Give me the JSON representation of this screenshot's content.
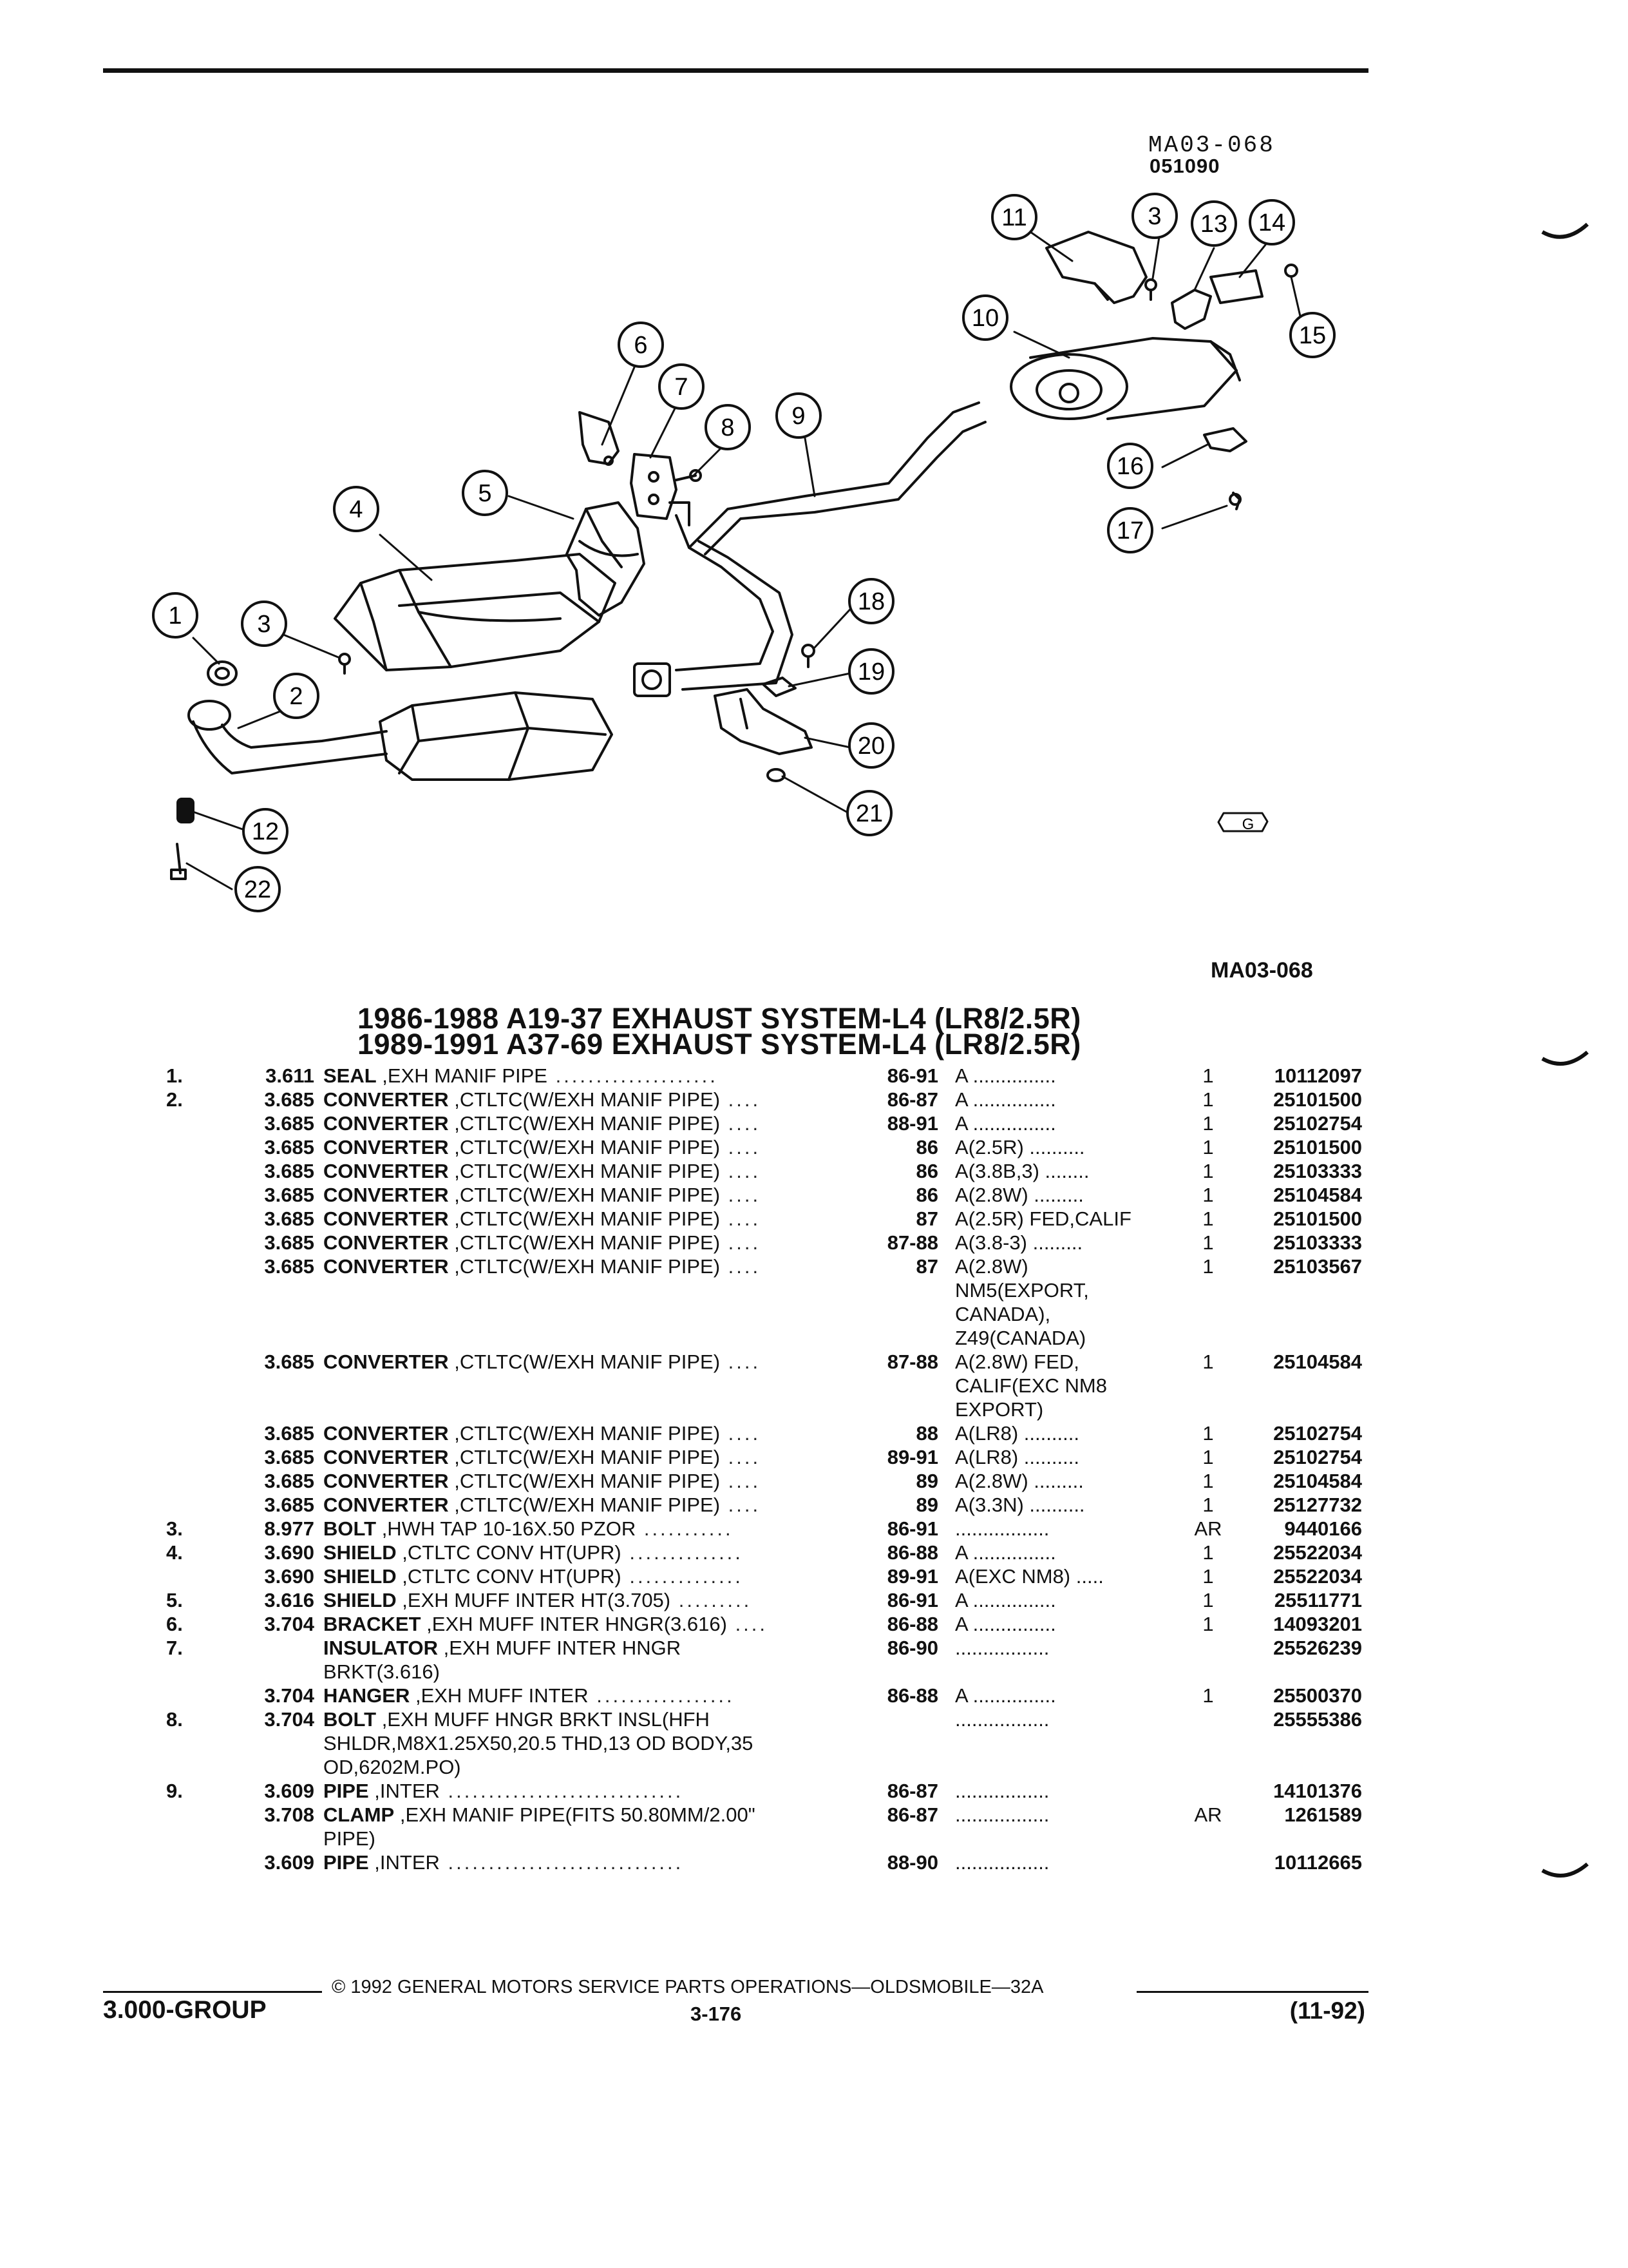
{
  "figure": {
    "code_top": "MA03-068",
    "date_code": "051090",
    "code_bottom": "MA03-068",
    "logo_text": "G",
    "callouts": [
      "1",
      "2",
      "3",
      "4",
      "5",
      "6",
      "7",
      "8",
      "9",
      "10",
      "11",
      "3",
      "13",
      "14",
      "15",
      "16",
      "17",
      "18",
      "19",
      "20",
      "12",
      "21",
      "22"
    ]
  },
  "headings": [
    "1986-1988 A19-37 EXHAUST SYSTEM-L4 (LR8/2.5R)",
    "1989-1991 A37-69 EXHAUST SYSTEM-L4 (LR8/2.5R)"
  ],
  "parts": [
    {
      "num": "1.",
      "grp": "3.611",
      "name": "SEAL",
      "rest": " ,EXH MANIF PIPE",
      "lead": " ....................",
      "yrs": "86-91",
      "note": "A ...............",
      "qty": "1",
      "pn": "10112097"
    },
    {
      "num": "2.",
      "grp": "3.685",
      "name": "CONVERTER",
      "rest": " ,CTLTC(W/EXH MANIF PIPE)",
      "lead": " ....",
      "yrs": "86-87",
      "note": "A ...............",
      "qty": "1",
      "pn": "25101500"
    },
    {
      "num": "",
      "grp": "3.685",
      "name": "CONVERTER",
      "rest": " ,CTLTC(W/EXH MANIF PIPE)",
      "lead": " ....",
      "yrs": "88-91",
      "note": "A ...............",
      "qty": "1",
      "pn": "25102754"
    },
    {
      "num": "",
      "grp": "3.685",
      "name": "CONVERTER",
      "rest": " ,CTLTC(W/EXH MANIF PIPE)",
      "lead": " ....",
      "yrs": "86",
      "note": "A(2.5R) ..........",
      "qty": "1",
      "pn": "25101500"
    },
    {
      "num": "",
      "grp": "3.685",
      "name": "CONVERTER",
      "rest": " ,CTLTC(W/EXH MANIF PIPE)",
      "lead": " ....",
      "yrs": "86",
      "note": "A(3.8B,3) ........",
      "qty": "1",
      "pn": "25103333"
    },
    {
      "num": "",
      "grp": "3.685",
      "name": "CONVERTER",
      "rest": " ,CTLTC(W/EXH MANIF PIPE)",
      "lead": " ....",
      "yrs": "86",
      "note": "A(2.8W) .........",
      "qty": "1",
      "pn": "25104584"
    },
    {
      "num": "",
      "grp": "3.685",
      "name": "CONVERTER",
      "rest": " ,CTLTC(W/EXH MANIF PIPE)",
      "lead": " ....",
      "yrs": "87",
      "note": "A(2.5R) FED,CALIF",
      "qty": "1",
      "pn": "25101500"
    },
    {
      "num": "",
      "grp": "3.685",
      "name": "CONVERTER",
      "rest": " ,CTLTC(W/EXH MANIF PIPE)",
      "lead": " ....",
      "yrs": "87-88",
      "note": "A(3.8-3) .........",
      "qty": "1",
      "pn": "25103333"
    },
    {
      "num": "",
      "grp": "3.685",
      "name": "CONVERTER",
      "rest": " ,CTLTC(W/EXH MANIF PIPE)",
      "lead": " ....",
      "yrs": "87",
      "note": "A(2.8W)",
      "qty": "1",
      "pn": "25103567"
    },
    {
      "num": "",
      "grp": "",
      "name": "",
      "rest": "",
      "lead": "",
      "yrs": "",
      "note": "NM5(EXPORT,",
      "qty": "",
      "pn": ""
    },
    {
      "num": "",
      "grp": "",
      "name": "",
      "rest": "",
      "lead": "",
      "yrs": "",
      "note": "CANADA),",
      "qty": "",
      "pn": ""
    },
    {
      "num": "",
      "grp": "",
      "name": "",
      "rest": "",
      "lead": "",
      "yrs": "",
      "note": "Z49(CANADA)",
      "qty": "",
      "pn": ""
    },
    {
      "num": "",
      "grp": "3.685",
      "name": "CONVERTER",
      "rest": " ,CTLTC(W/EXH MANIF PIPE)",
      "lead": " ....",
      "yrs": "87-88",
      "note": "A(2.8W) FED,",
      "qty": "1",
      "pn": "25104584"
    },
    {
      "num": "",
      "grp": "",
      "name": "",
      "rest": "",
      "lead": "",
      "yrs": "",
      "note": "CALIF(EXC NM8",
      "qty": "",
      "pn": ""
    },
    {
      "num": "",
      "grp": "",
      "name": "",
      "rest": "",
      "lead": "",
      "yrs": "",
      "note": "EXPORT)",
      "qty": "",
      "pn": ""
    },
    {
      "num": "",
      "grp": "3.685",
      "name": "CONVERTER",
      "rest": " ,CTLTC(W/EXH MANIF PIPE)",
      "lead": " ....",
      "yrs": "88",
      "note": "A(LR8) ..........",
      "qty": "1",
      "pn": "25102754"
    },
    {
      "num": "",
      "grp": "3.685",
      "name": "CONVERTER",
      "rest": " ,CTLTC(W/EXH MANIF PIPE)",
      "lead": " ....",
      "yrs": "89-91",
      "note": "A(LR8) ..........",
      "qty": "1",
      "pn": "25102754"
    },
    {
      "num": "",
      "grp": "3.685",
      "name": "CONVERTER",
      "rest": " ,CTLTC(W/EXH MANIF PIPE)",
      "lead": " ....",
      "yrs": "89",
      "note": "A(2.8W) .........",
      "qty": "1",
      "pn": "25104584"
    },
    {
      "num": "",
      "grp": "3.685",
      "name": "CONVERTER",
      "rest": " ,CTLTC(W/EXH MANIF PIPE)",
      "lead": " ....",
      "yrs": "89",
      "note": "A(3.3N) ..........",
      "qty": "1",
      "pn": "25127732"
    },
    {
      "num": "3.",
      "grp": "8.977",
      "name": "BOLT",
      "rest": " ,HWH TAP 10-16X.50 PZOR",
      "lead": " ...........",
      "yrs": "86-91",
      "note": ".................",
      "qty": "AR",
      "pn": "9440166"
    },
    {
      "num": "4.",
      "grp": "3.690",
      "name": "SHIELD",
      "rest": " ,CTLTC CONV HT(UPR)",
      "lead": " ..............",
      "yrs": "86-88",
      "note": "A ...............",
      "qty": "1",
      "pn": "25522034"
    },
    {
      "num": "",
      "grp": "3.690",
      "name": "SHIELD",
      "rest": " ,CTLTC CONV HT(UPR)",
      "lead": " ..............",
      "yrs": "89-91",
      "note": "A(EXC NM8) .....",
      "qty": "1",
      "pn": "25522034"
    },
    {
      "num": "5.",
      "grp": "3.616",
      "name": "SHIELD",
      "rest": " ,EXH MUFF INTER HT(3.705)",
      "lead": " .........",
      "yrs": "86-91",
      "note": "A ...............",
      "qty": "1",
      "pn": "25511771"
    },
    {
      "num": "6.",
      "grp": "3.704",
      "name": "BRACKET",
      "rest": " ,EXH MUFF INTER HNGR(3.616)",
      "lead": " ....",
      "yrs": "86-88",
      "note": "A ...............",
      "qty": "1",
      "pn": "14093201"
    },
    {
      "num": "7.",
      "grp": "",
      "name": "INSULATOR",
      "rest": " ,EXH MUFF INTER HNGR",
      "lead": "",
      "yrs": "86-90",
      "note": ".................",
      "qty": "",
      "pn": "25526239"
    },
    {
      "num": "",
      "grp": "",
      "name": "",
      "rest": "BRKT(3.616)",
      "lead": "",
      "yrs": "",
      "note": "",
      "qty": "",
      "pn": ""
    },
    {
      "num": "",
      "grp": "3.704",
      "name": "HANGER",
      "rest": " ,EXH MUFF INTER",
      "lead": " .................",
      "yrs": "86-88",
      "note": "A ...............",
      "qty": "1",
      "pn": "25500370"
    },
    {
      "num": "8.",
      "grp": "3.704",
      "name": "BOLT",
      "rest": " ,EXH MUFF HNGR BRKT INSL(HFH",
      "lead": "",
      "yrs": "",
      "note": ".................",
      "qty": "",
      "pn": "25555386"
    },
    {
      "num": "",
      "grp": "",
      "name": "",
      "rest": "SHLDR,M8X1.25X50,20.5 THD,13 OD BODY,35",
      "lead": "",
      "yrs": "",
      "note": "",
      "qty": "",
      "pn": ""
    },
    {
      "num": "",
      "grp": "",
      "name": "",
      "rest": "OD,6202M.PO)",
      "lead": "",
      "yrs": "",
      "note": "",
      "qty": "",
      "pn": ""
    },
    {
      "num": "9.",
      "grp": "3.609",
      "name": "PIPE",
      "rest": " ,INTER",
      "lead": " .............................",
      "yrs": "86-87",
      "note": ".................",
      "qty": "",
      "pn": "14101376"
    },
    {
      "num": "",
      "grp": "3.708",
      "name": "CLAMP",
      "rest": " ,EXH MANIF PIPE(FITS 50.80MM/2.00\"",
      "lead": "",
      "yrs": "86-87",
      "note": ".................",
      "qty": "AR",
      "pn": "1261589"
    },
    {
      "num": "",
      "grp": "",
      "name": "",
      "rest": "PIPE)",
      "lead": "",
      "yrs": "",
      "note": "",
      "qty": "",
      "pn": ""
    },
    {
      "num": "",
      "grp": "3.609",
      "name": "PIPE",
      "rest": " ,INTER",
      "lead": " .............................",
      "yrs": "88-90",
      "note": ".................",
      "qty": "",
      "pn": "10112665"
    }
  ],
  "footer": {
    "copyright": "© 1992 GENERAL MOTORS SERVICE PARTS OPERATIONS—OLDSMOBILE—32A",
    "group": "3.000-GROUP",
    "page": "3-176",
    "date": "(11-92)"
  }
}
